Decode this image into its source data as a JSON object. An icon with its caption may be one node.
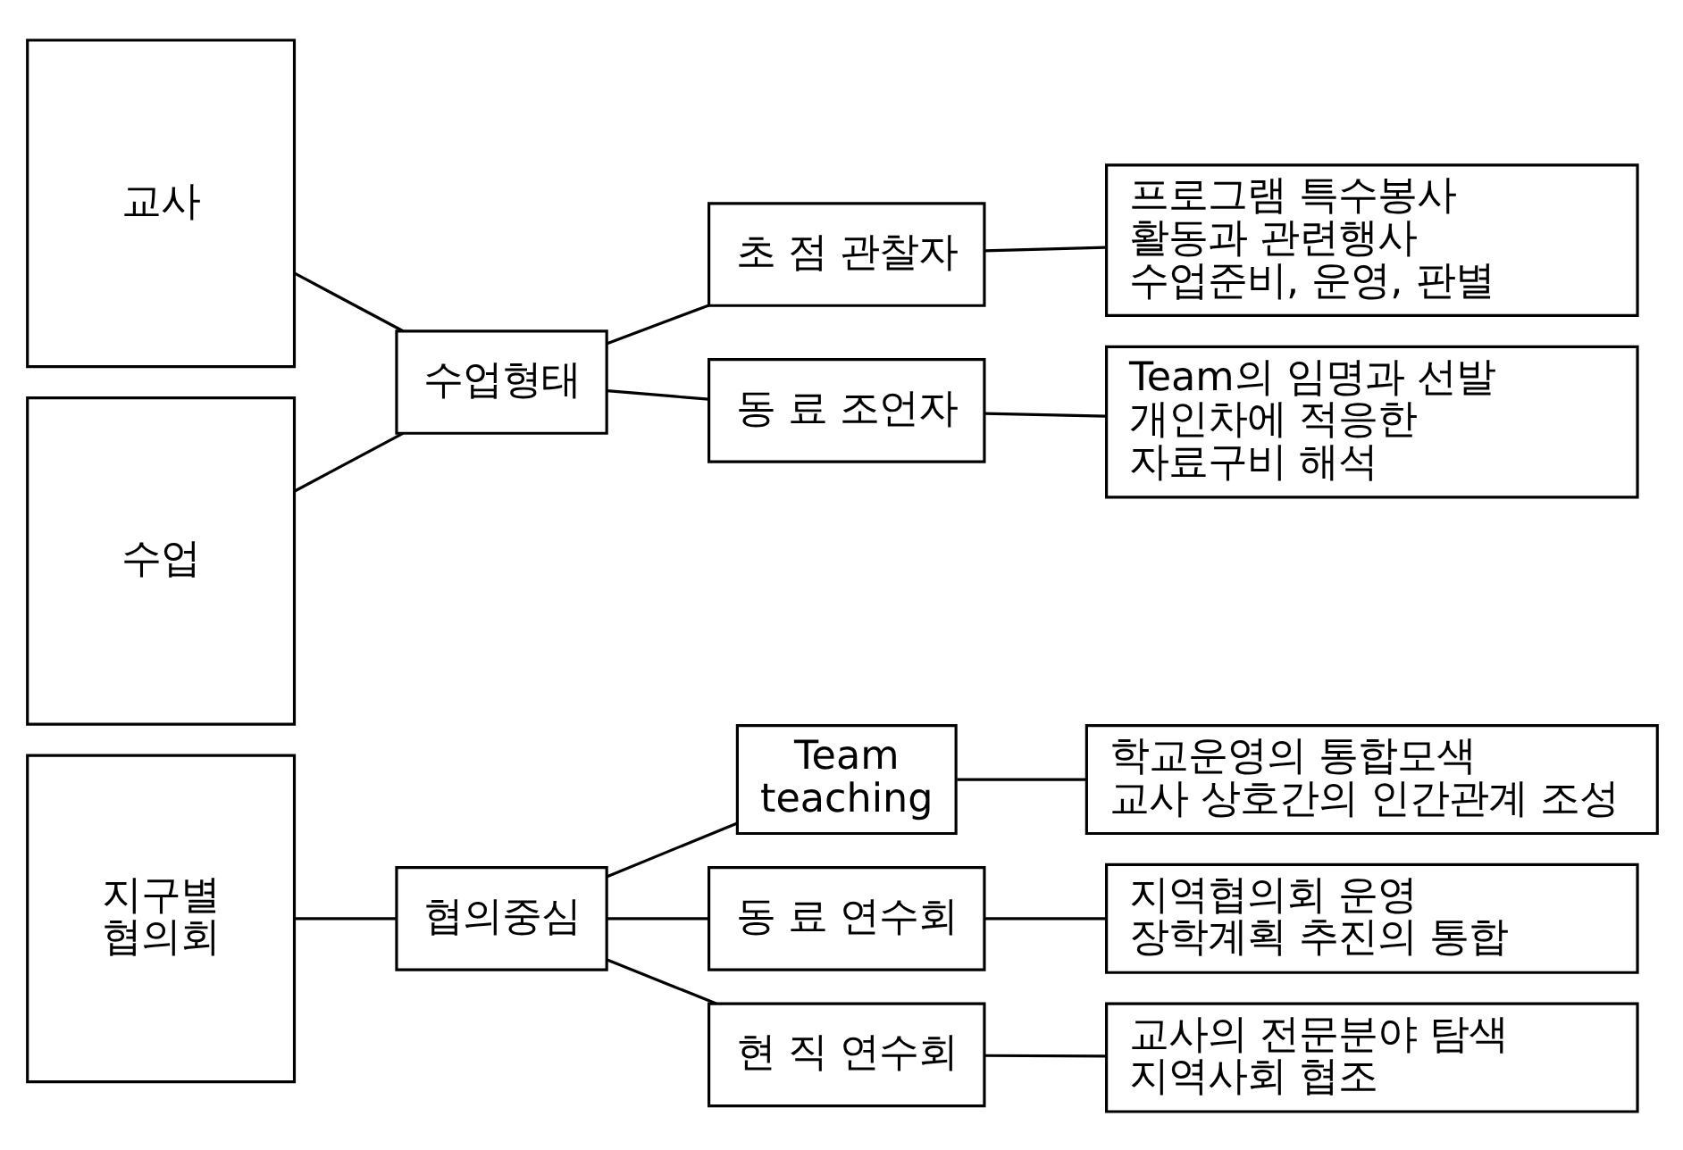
{
  "diagram": {
    "nodes": [
      {
        "text": [
          "교사"
        ]
      },
      {
        "text": [
          "수업"
        ]
      },
      {
        "text": [
          "지구별 협의회"
        ]
      },
      {
        "text": [
          "수업형태"
        ]
      },
      {
        "text": [
          "협의중심"
        ]
      },
      {
        "text": [
          "초 점 관찰자"
        ]
      },
      {
        "text": [
          "동 료 조언자"
        ]
      },
      {
        "text": [
          "Team teaching"
        ]
      },
      {
        "text": [
          "동 료 연수회"
        ]
      },
      {
        "text": [
          "현 직 연수회"
        ]
      },
      {
        "text": [
          "프로그램 특수봉사",
          "활동과 관련행사",
          "수업준비, 운영, 판별"
        ]
      },
      {
        "text": [
          "Team의 임명과 선발",
          "개인차에 적응한",
          "자료구비 해석"
        ]
      },
      {
        "text": [
          "학교운영의 통합모색",
          "교사 상호간의 인간관계 조성"
        ]
      },
      {
        "text": [
          "지역협의회 운영",
          "장학계획 추진의 통합"
        ]
      },
      {
        "text": [
          "교사의 전문분야 탐색",
          "지역사회 협조"
        ]
      }
    ],
    "edges": [
      {
        "from": 0,
        "to": 3,
        "arrow": "none"
      },
      {
        "from": 1,
        "to": 3,
        "arrow": "none"
      },
      {
        "from": 2,
        "to": 4,
        "arrow": "none"
      },
      {
        "from": 3,
        "to": 5,
        "arrow": "none"
      },
      {
        "from": 3,
        "to": 6,
        "arrow": "none"
      },
      {
        "from": 4,
        "to": 7,
        "arrow": "none"
      },
      {
        "from": 4,
        "to": 8,
        "arrow": "none"
      },
      {
        "from": 4,
        "to": 9,
        "arrow": "none"
      },
      {
        "from": 5,
        "to": 10,
        "arrow": "none"
      },
      {
        "from": 6,
        "to": 11,
        "arrow": "none"
      },
      {
        "from": 7,
        "to": 12,
        "arrow": "none"
      },
      {
        "from": 8,
        "to": 13,
        "arrow": "none"
      },
      {
        "from": 9,
        "to": 14,
        "arrow": "none"
      }
    ]
  }
}
